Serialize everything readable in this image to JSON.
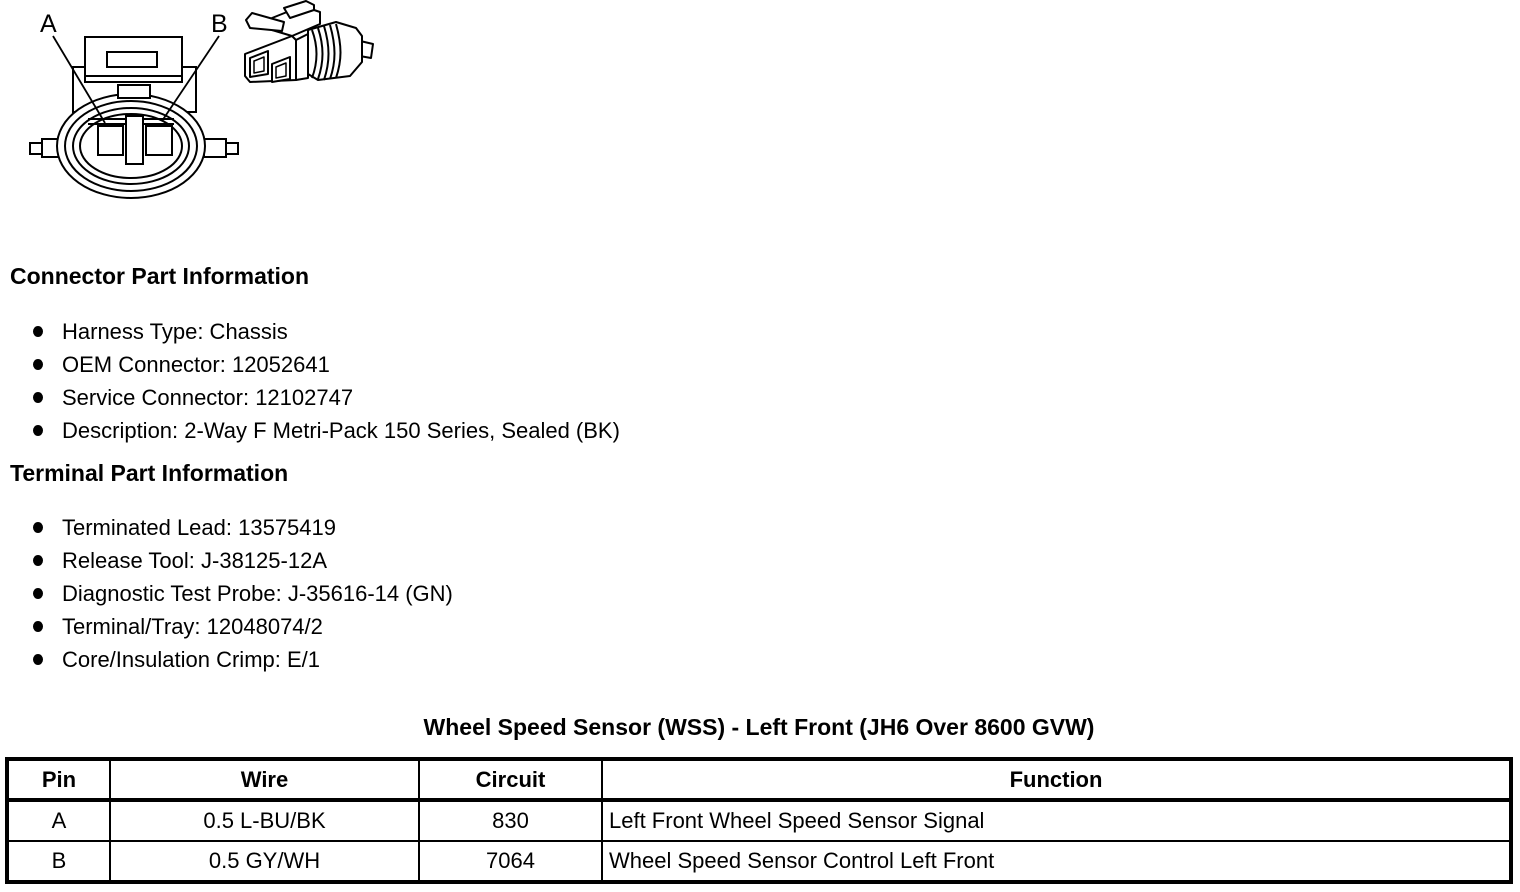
{
  "colors": {
    "ink": "#000000",
    "background": "#ffffff"
  },
  "diagram": {
    "label_a": "A",
    "label_b": "B",
    "face_view_name": "2-way connector face view",
    "side_view_name": "connector side isometric view"
  },
  "connector_section": {
    "heading": "Connector Part Information",
    "items": [
      "Harness Type: Chassis",
      "OEM Connector: 12052641",
      "Service Connector: 12102747",
      "Description: 2-Way F Metri-Pack 150 Series, Sealed (BK)"
    ]
  },
  "terminal_section": {
    "heading": "Terminal Part Information",
    "items": [
      "Terminated Lead: 13575419",
      "Release Tool: J-38125-12A",
      "Diagnostic Test Probe: J-35616-14 (GN)",
      "Terminal/Tray: 12048074/2",
      "Core/Insulation Crimp: E/1"
    ]
  },
  "table": {
    "title": "Wheel Speed Sensor (WSS) - Left Front (JH6 Over 8600 GVW)",
    "headers": [
      "Pin",
      "Wire",
      "Circuit",
      "Function"
    ],
    "rows": [
      [
        "A",
        "0.5 L-BU/BK",
        "830",
        "Left Front Wheel Speed Sensor Signal"
      ],
      [
        "B",
        "0.5 GY/WH",
        "7064",
        "Wheel Speed Sensor Control Left Front"
      ]
    ]
  }
}
